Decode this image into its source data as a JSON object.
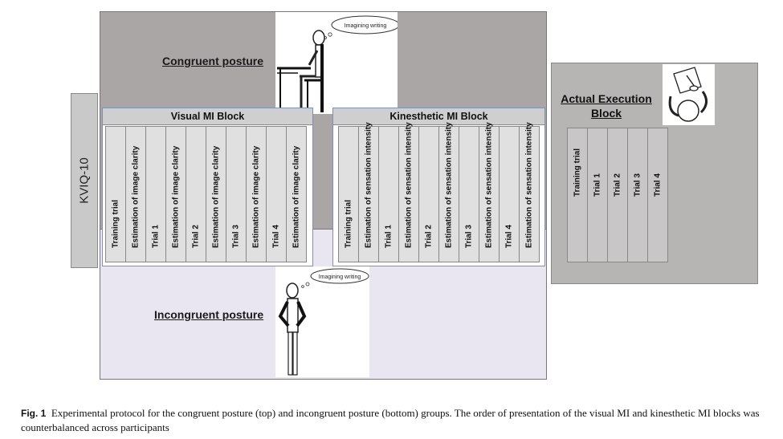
{
  "kviq_label": "KVIQ-10",
  "congruent": {
    "title": "Congruent posture",
    "thought": "Imagining writing"
  },
  "incongruent": {
    "title": "Incongruent posture",
    "thought": "Imagining writing"
  },
  "visual_block": {
    "title": "Visual MI Block",
    "columns": [
      "Training trial",
      "Estimation of image clarity",
      "Trial 1",
      "Estimation of image clarity",
      "Trial 2",
      "Estimation of image clarity",
      "Trial 3",
      "Estimation of image clarity",
      "Trial 4",
      "Estimation of image clarity"
    ]
  },
  "kinesthetic_block": {
    "title": "Kinesthetic MI Block",
    "columns": [
      "Training trial",
      "Estimation of sensation intensity",
      "Trial 1",
      "Estimation of sensation intensity",
      "Trial 2",
      "Estimation of sensation intensity",
      "Trial 3",
      "Estimation of sensation intensity",
      "Trial 4",
      "Estimation of sensation intensity"
    ]
  },
  "actual_block": {
    "title_line1": "Actual Execution",
    "title_line2": "Block",
    "columns": [
      "Training trial",
      "Trial 1",
      "Trial 2",
      "Trial 3",
      "Trial 4"
    ]
  },
  "caption": {
    "label": "Fig. 1",
    "text": "Experimental protocol for the congruent posture (top) and incongruent posture (bottom) groups. The order of presentation of the visual MI and kinesthetic MI blocks was counterbalanced across participants"
  }
}
